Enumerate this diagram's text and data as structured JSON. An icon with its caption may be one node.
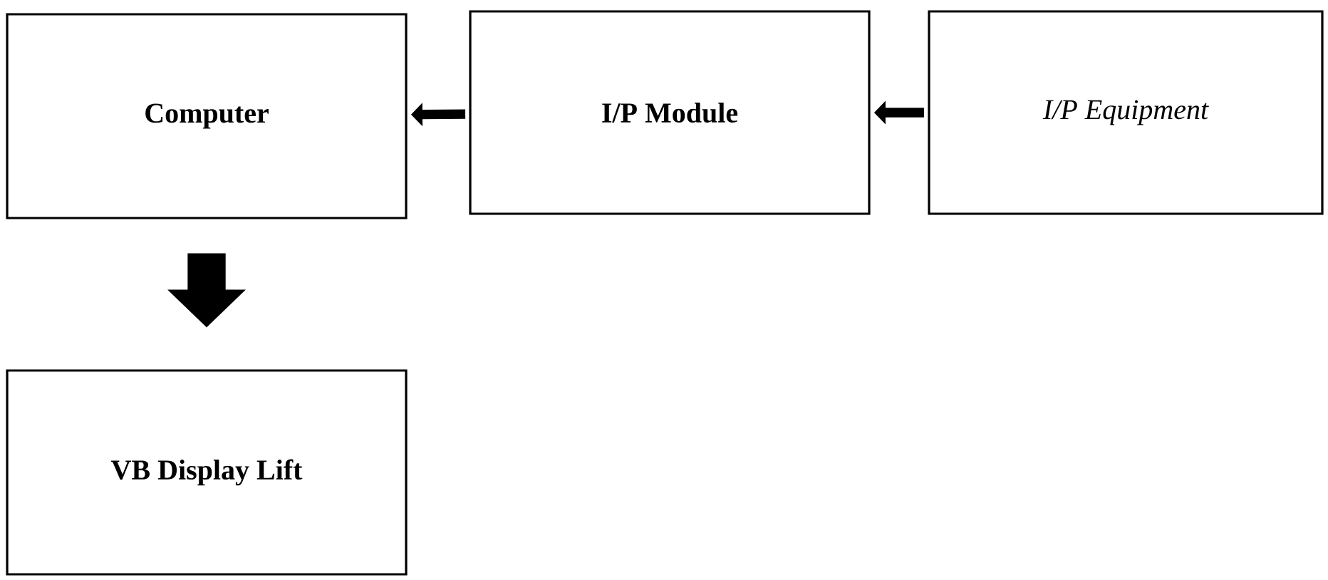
{
  "diagram": {
    "nodes": [
      {
        "text": [
          "Computer"
        ]
      },
      {
        "text": [
          "I/P Module"
        ]
      },
      {
        "text": [
          "I/P Equipment"
        ]
      },
      {
        "text": [
          "VB Display Lift"
        ]
      }
    ],
    "edges": [
      {
        "from": 2,
        "to": 1,
        "arrow": "to"
      },
      {
        "from": 1,
        "to": 0,
        "arrow": "to"
      },
      {
        "from": 0,
        "to": 3,
        "arrow": "to",
        "style": "thick"
      }
    ]
  }
}
